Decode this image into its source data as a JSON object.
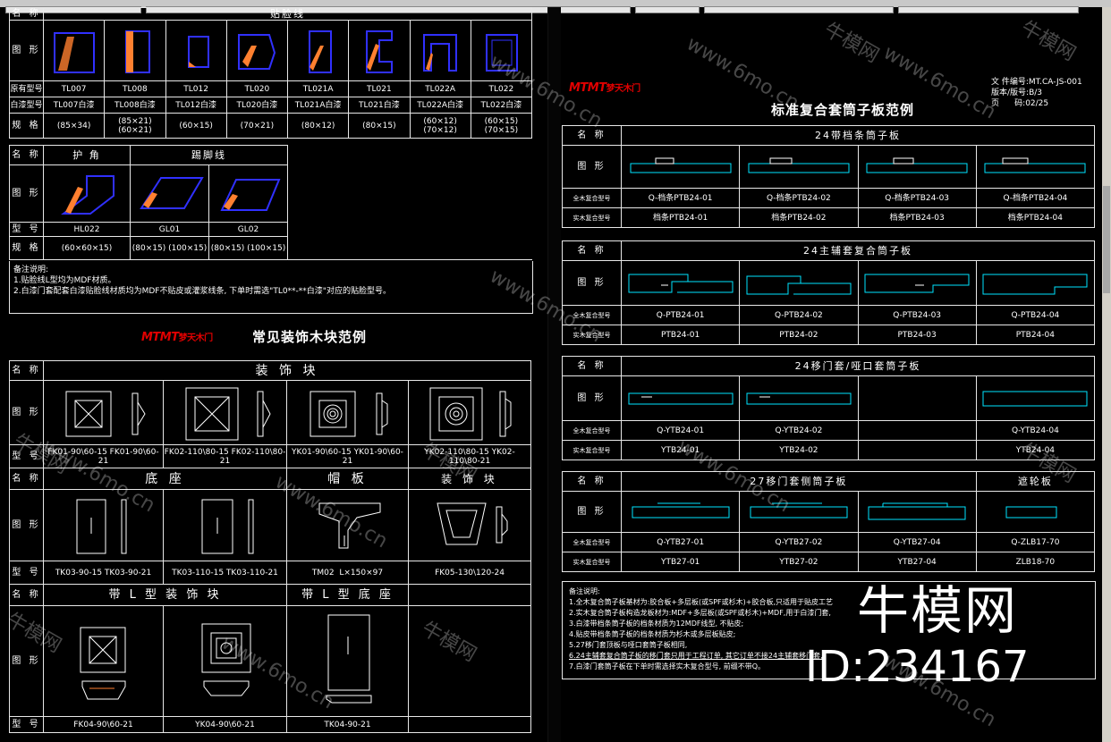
{
  "left": {
    "t1": {
      "row_name": "名 称",
      "title": "贴脸线",
      "row_graph": "图 形",
      "row_model": "原有型号",
      "row_white": "白漆型号",
      "row_spec": "规 格",
      "cols": [
        {
          "model": "TL007",
          "white": "TL007白漆",
          "spec": "(85×34)"
        },
        {
          "model": "TL008",
          "white": "TL008白漆",
          "spec": "(85×21) (60×21)"
        },
        {
          "model": "TL012",
          "white": "TL012白漆",
          "spec": "(60×15)"
        },
        {
          "model": "TL020",
          "white": "TL020白漆",
          "spec": "(70×21)"
        },
        {
          "model": "TL021A",
          "white": "TL021A白漆",
          "spec": "(80×12)"
        },
        {
          "model": "TL021",
          "white": "TL021白漆",
          "spec": "(80×15)"
        },
        {
          "model": "TL022A",
          "white": "TL022A白漆",
          "spec": "(60×12) (70×12)"
        },
        {
          "model": "TL022",
          "white": "TL022白漆",
          "spec": "(60×15) (70×15)"
        }
      ]
    },
    "t2": {
      "row_name": "名 称",
      "h1": "护 角",
      "h2": "踢脚线",
      "row_graph": "图 形",
      "row_model": "型 号",
      "row_spec": "规 格",
      "models": [
        "HL022",
        "GL01",
        "GL02"
      ],
      "specs": [
        "(60×60×15)",
        "(80×15) (100×15)",
        "(80×15) (100×15)"
      ],
      "notes_title": "备注说明:",
      "note1": "1.贴脸线L型均为MDF材质。",
      "note2": "2.白漆门套配套白漆贴脸线材质均为MDF不贴皮或灌浆线条, 下单时需选\"TL0**-**白漆\"对应的贴脸型号。"
    },
    "logo": "MTMT",
    "logo_cn": "梦天木门",
    "title2": "常见装饰木块范例",
    "t3": {
      "row_name": "名 称",
      "h_block": "装 饰 块",
      "row_graph": "图 形",
      "row_model": "型 号",
      "models1": [
        "FK01-90\\60-15 FK01-90\\60-21",
        "FK02-110\\80-15 FK02-110\\80-21",
        "YK01-90\\60-15 YK01-90\\60-21",
        "YK02-110\\80-15 YK02-110\\80-21"
      ],
      "h_base": "底 座",
      "h_cap": "帽 板",
      "h_block2": "装 饰 块",
      "models2": [
        "TK03-90-15 TK03-90-21",
        "TK03-110-15 TK03-110-21",
        "TM02  L×150×97",
        "FK05-130\\120-24"
      ],
      "h_lblock": "带 L 型 装 饰 块",
      "h_lbase": "带 L 型 底 座",
      "models3": [
        "FK04-90\\60-21",
        "YK04-90\\60-21",
        "TK04-90-21"
      ]
    }
  },
  "right": {
    "logo": "MTMT",
    "logo_cn": "梦天木门",
    "title": "标准复合套筒子板范例",
    "meta1": "文 件编号:MT.CA-JS-001",
    "meta2": "版本/版号:B/3",
    "meta3": "页      码:02/25",
    "row_name": "名 称",
    "row_graph": "图 形",
    "row_full": "全木复合型号",
    "row_solid": "实木复合型号",
    "s1": {
      "title": "24带档条筒子板",
      "full": [
        "Q-档条PTB24-01",
        "Q-档条PTB24-02",
        "Q-档条PTB24-03",
        "Q-档条PTB24-04"
      ],
      "solid": [
        "档条PTB24-01",
        "档条PTB24-02",
        "档条PTB24-03",
        "档条PTB24-04"
      ]
    },
    "s2": {
      "title": "24主辅套复合筒子板",
      "full": [
        "Q-PTB24-01",
        "Q-PTB24-02",
        "Q-PTB24-03",
        "Q-PTB24-04"
      ],
      "solid": [
        "PTB24-01",
        "PTB24-02",
        "PTB24-03",
        "PTB24-04"
      ]
    },
    "s3": {
      "title": "24移门套/哑口套筒子板",
      "full": [
        "Q-YTB24-01",
        "Q-YTB24-02",
        "",
        "Q-YTB24-04"
      ],
      "solid": [
        "YTB24-01",
        "YTB24-02",
        "",
        "YTB24-04"
      ]
    },
    "s4": {
      "title": "27移门套侧筒子板",
      "title2": "遮轮板",
      "full": [
        "Q-YTB27-01",
        "Q-YTB27-02",
        "Q-YTB27-04",
        "Q-ZLB17-70"
      ],
      "solid": [
        "YTB27-01",
        "YTB27-02",
        "YTB27-04",
        "ZLB18-70"
      ]
    },
    "notes": [
      "备注说明:",
      "1.全木复合筒子板基材为:胶合板+多层板(或SPF或杉木)+胶合板,只适用于贴皮工艺",
      "2.实木复合筒子板构造龙板材为:MDF+多层板(或SPF或杉木)+MDF,用于白漆门套,",
      "3.白漆带档条筒子板的档条材质为12MDF线型, 不贴皮;",
      "4.贴皮带档条筒子板的档条材质为杉木或多层板贴皮;",
      "5.27移门套顶板与哑口套筒子板相同,",
      "6.24主辅套复合筒子板的移门套只用于工程订单, 其它订单不接24主辅套移门套,",
      "7.白漆门套筒子板在下单时需选择实木复合型号, 前缀不带Q。"
    ]
  },
  "watermarks": {
    "site": "www.6mo.cn",
    "brand": "牛模网",
    "big_brand": "牛模网",
    "big_id": "ID:234167"
  },
  "colors": {
    "bg": "#000000",
    "line": "#e8e8e8",
    "cyan": "#00e5ff",
    "blue": "#3030ff",
    "hatch": "#ff8030",
    "logo_red": "#e00000"
  }
}
